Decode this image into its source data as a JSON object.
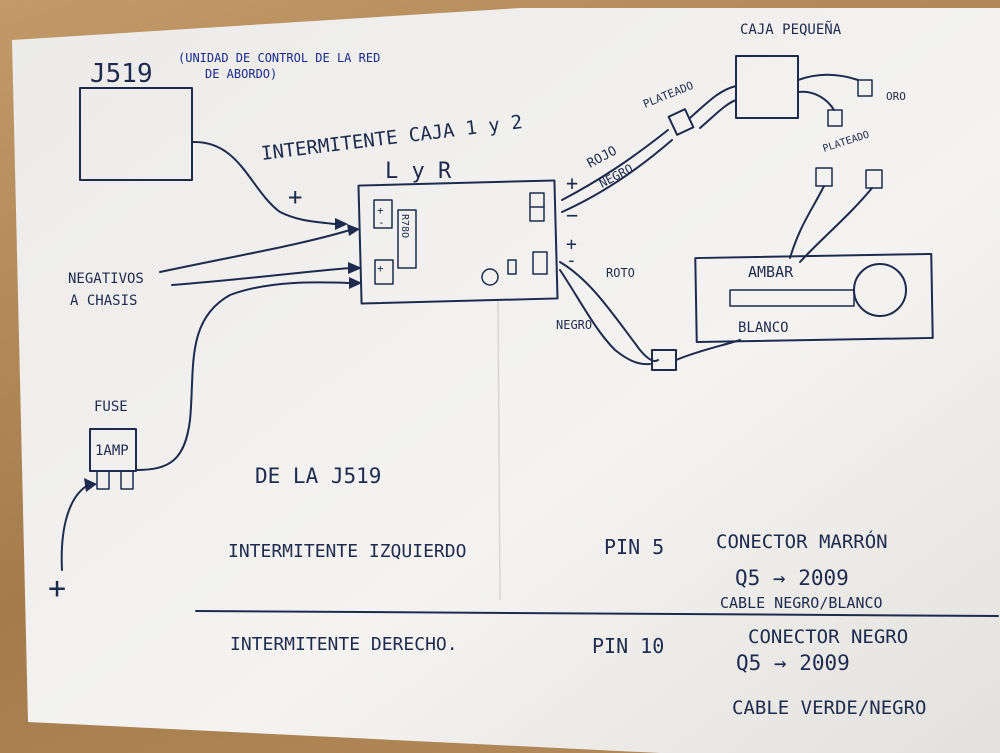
{
  "labels": {
    "j519": "J519",
    "j519_desc_1": "(UNIDAD DE CONTROL DE LA RED",
    "j519_desc_2": "DE ABORDO)",
    "caja_pequena": "CAJA PEQUEÑA",
    "plateado_1": "PLATEADO",
    "oro": "ORO",
    "plateado_2": "PLATEADO",
    "intermitente_caja": "INTERMITENTE  CAJA  1 y 2",
    "l_y_r": "L  y  R",
    "rojo": "ROJO",
    "negro_wire": "NEGRO",
    "relay_label": "R78O",
    "roto": "ROTO",
    "negro_2": "NEGRO",
    "ambar": "AMBAR",
    "blanco": "BLANCO",
    "negativos_1": "NEGATIVOS",
    "negativos_2": "A CHASIS",
    "fuse": "FUSE",
    "fuse_rating": "1AMP",
    "plus_1": "+",
    "plus_2": "+",
    "minus_1": "−",
    "plus_3": "+",
    "minus_2": "-",
    "plus_bottom": "+"
  },
  "notes": {
    "de_la": "DE LA J519",
    "izq_name": "INTERMITENTE IZQUIERDO",
    "izq_pin": "PIN 5",
    "izq_conector": "CONECTOR MARRÓN",
    "izq_model": "Q5 → 2009",
    "izq_cable": "CABLE NEGRO/BLANCO",
    "der_name": "INTERMITENTE DERECHO.",
    "der_pin": "PIN 10",
    "der_conector": "CONECTOR NEGRO",
    "der_model": "Q5 → 2009",
    "der_cable": "CABLE VERDE/NEGRO"
  }
}
